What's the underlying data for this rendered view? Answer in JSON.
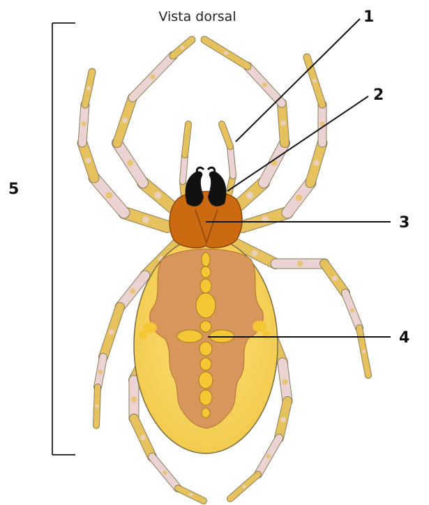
{
  "title": "Vista dorsal",
  "labels": {
    "l1": "1",
    "l2": "2",
    "l3": "3",
    "l4": "4",
    "l5": "5"
  },
  "colors": {
    "leg_yellow": "#e6c25e",
    "leg_pink": "#ead3d2",
    "chelicera": "#111111",
    "cephalothorax": "#cc6a12",
    "abdomen_outer": "#f8d55d",
    "abdomen_pattern": "#d9965a",
    "abdomen_cross": "#f6c735"
  }
}
